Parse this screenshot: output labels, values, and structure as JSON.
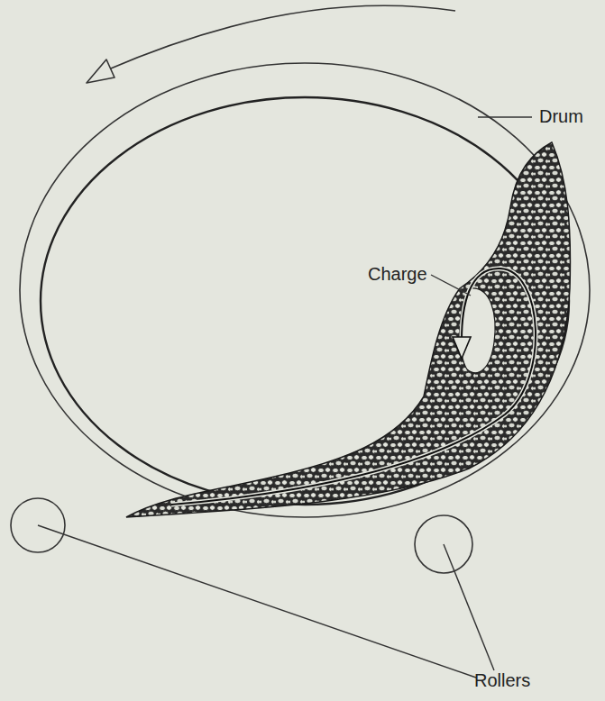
{
  "diagram": {
    "labels": [
      "Drum",
      "Charge",
      "Rollers"
    ]
  }
}
